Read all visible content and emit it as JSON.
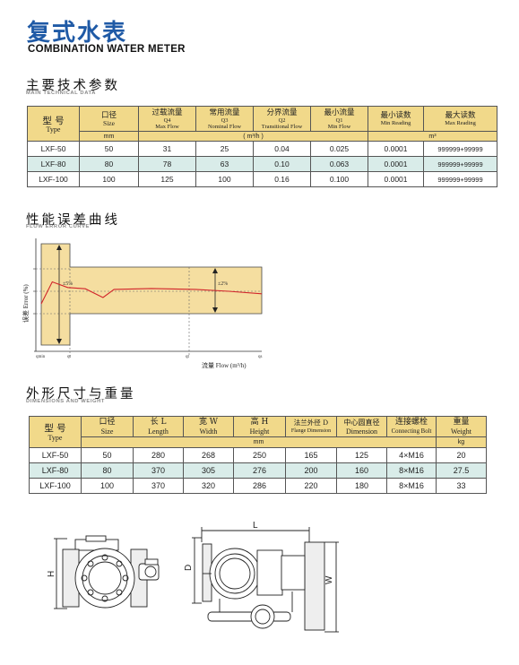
{
  "header": {
    "title_cn": "复式水表",
    "title_en": "COMBINATION WATER METER"
  },
  "sections": {
    "tech": {
      "cn": "主要技术参数",
      "en": "MAIN TECHNICAL DATA"
    },
    "curve": {
      "cn": "性能误差曲线",
      "en": "FLOW ERROR CURVE"
    },
    "dims": {
      "cn": "外形尺寸与重量",
      "en": "DIMENSIONS AND WEIGHT"
    }
  },
  "tech_table": {
    "headers": [
      {
        "cn": "型 号",
        "en": "Type"
      },
      {
        "cn": "口径",
        "en": "Size"
      },
      {
        "cn": "过载流量",
        "q": "Q4",
        "en": "Max Flow"
      },
      {
        "cn": "常用流量",
        "q": "Q3",
        "en": "Nominal Flow"
      },
      {
        "cn": "分界流量",
        "q": "Q2",
        "en": "Transitional Flow"
      },
      {
        "cn": "最小流量",
        "q": "Q1",
        "en": "Min Flow"
      },
      {
        "cn": "最小读数",
        "en": "Min Reading"
      },
      {
        "cn": "最大读数",
        "en": "Max Reading"
      }
    ],
    "units": [
      "mm",
      "( m³/h )",
      "m³"
    ],
    "rows": [
      [
        "LXF-50",
        "50",
        "31",
        "25",
        "0.04",
        "0.025",
        "0.0001",
        "999999+99999"
      ],
      [
        "LXF-80",
        "80",
        "78",
        "63",
        "0.10",
        "0.063",
        "0.0001",
        "999999+99999"
      ],
      [
        "LXF-100",
        "100",
        "125",
        "100",
        "0.16",
        "0.100",
        "0.0001",
        "999999+99999"
      ]
    ]
  },
  "curve": {
    "y_axis_label": "误差 Error (%)",
    "x_axis_label": "流量 Flow (m³/h)",
    "band_inner": "±5%",
    "band_outer": "±2%",
    "x_ticks": [
      "qmin",
      "qt",
      "qt",
      "qs"
    ],
    "error_curve_pct": [
      {
        "x": 0.0,
        "e": -2.0
      },
      {
        "x": 0.05,
        "e": 1.5
      },
      {
        "x": 0.12,
        "e": 0.6
      },
      {
        "x": 0.2,
        "e": 0.4
      },
      {
        "x": 0.28,
        "e": -1.0
      },
      {
        "x": 0.33,
        "e": 0.3
      },
      {
        "x": 0.5,
        "e": 0.45
      },
      {
        "x": 0.7,
        "e": 0.3
      },
      {
        "x": 0.85,
        "e": 0.0
      },
      {
        "x": 1.0,
        "e": -0.4
      }
    ]
  },
  "dims_table": {
    "headers": [
      {
        "cn": "型 号",
        "en": "Type"
      },
      {
        "cn": "口径",
        "en": "Size"
      },
      {
        "cn": "长 L",
        "en": "Length"
      },
      {
        "cn": "宽 W",
        "en": "Width"
      },
      {
        "cn": "高 H",
        "en": "Height"
      },
      {
        "cn": "法兰外径 D",
        "en": "Flange Dimension"
      },
      {
        "cn": "中心圆直径",
        "en": "Dimension"
      },
      {
        "cn": "连接螺栓",
        "en": "Connecting Bolt"
      },
      {
        "cn": "重量",
        "en": "Weight"
      }
    ],
    "units": [
      "mm",
      "kg"
    ],
    "rows": [
      [
        "LXF-50",
        "50",
        "280",
        "268",
        "250",
        "165",
        "125",
        "4×M16",
        "20"
      ],
      [
        "LXF-80",
        "80",
        "370",
        "305",
        "276",
        "200",
        "160",
        "8×M16",
        "27.5"
      ],
      [
        "LXF-100",
        "100",
        "370",
        "320",
        "286",
        "220",
        "180",
        "8×M16",
        "33"
      ]
    ]
  },
  "drawing": {
    "label_h": "H",
    "label_d": "D",
    "label_l": "L",
    "label_w": "W"
  }
}
